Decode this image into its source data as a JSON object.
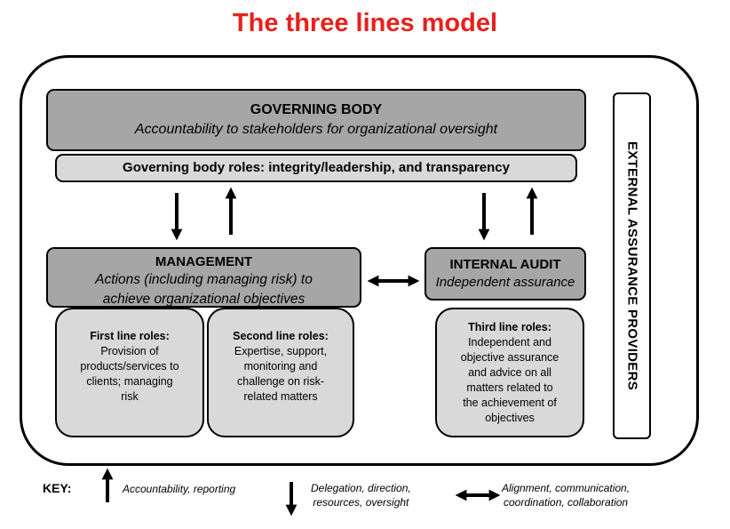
{
  "title": "The three lines model",
  "governing_body": {
    "heading": "GOVERNING BODY",
    "subtitle": "Accountability to stakeholders for organizational oversight",
    "roles": "Governing body roles: integrity/leadership, and transparency"
  },
  "management": {
    "heading": "MANAGEMENT",
    "subtitle_line1": "Actions (including managing risk) to",
    "subtitle_line2": "achieve organizational objectives"
  },
  "internal_audit": {
    "heading": "INTERNAL AUDIT",
    "subtitle": "Independent assurance"
  },
  "first_line": {
    "heading": "First line roles:",
    "lines": [
      "Provision of",
      "products/services to",
      "clients; managing",
      "risk"
    ]
  },
  "second_line": {
    "heading": "Second line roles:",
    "lines": [
      "Expertise, support,",
      "monitoring and",
      "challenge on risk-",
      "related matters"
    ]
  },
  "third_line": {
    "heading": "Third line roles:",
    "lines": [
      "Independent and",
      "objective assurance",
      "and advice on all",
      "matters related to",
      "the achievement of",
      "objectives"
    ]
  },
  "external": "EXTERNAL ASSURANCE PROVIDERS",
  "key": {
    "label": "KEY:",
    "up": [
      "Accountability, reporting"
    ],
    "down": [
      "Delegation, direction,",
      "resources, oversight"
    ],
    "both": [
      "Alignment, communication,",
      "coordination, collaboration"
    ]
  },
  "colors": {
    "title": "#e8201c",
    "dark_box": "#a6a6a6",
    "light_box": "#d9d9d9"
  }
}
